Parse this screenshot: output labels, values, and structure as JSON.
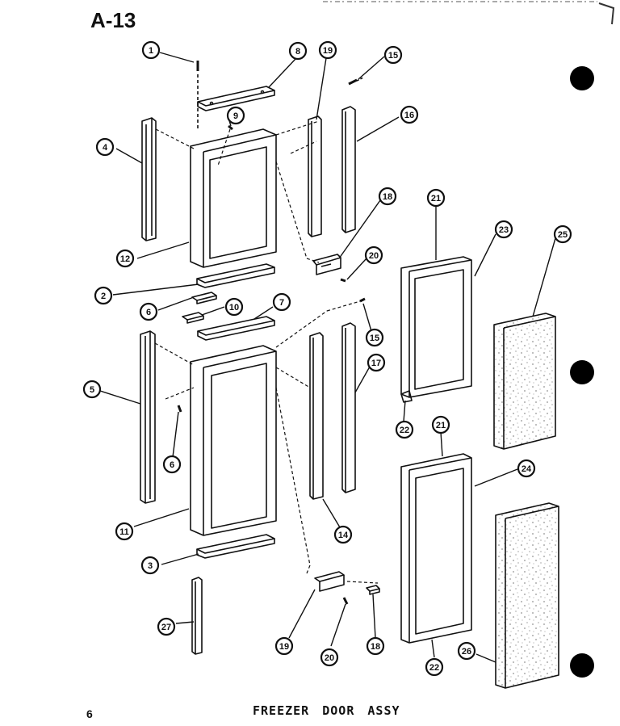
{
  "page": {
    "section_code": "A-13",
    "page_number": "6",
    "caption": "FREEZER DOOR ASSY"
  },
  "callouts": [
    {
      "id": "c1",
      "label": "1"
    },
    {
      "id": "c8a",
      "label": "8"
    },
    {
      "id": "c19a",
      "label": "19"
    },
    {
      "id": "c15a",
      "label": "15"
    },
    {
      "id": "c9",
      "label": "9"
    },
    {
      "id": "c16",
      "label": "16"
    },
    {
      "id": "c4",
      "label": "4"
    },
    {
      "id": "c18a",
      "label": "18"
    },
    {
      "id": "c21a",
      "label": "21"
    },
    {
      "id": "c23",
      "label": "23"
    },
    {
      "id": "c25",
      "label": "25"
    },
    {
      "id": "c12",
      "label": "12"
    },
    {
      "id": "c20a",
      "label": "20"
    },
    {
      "id": "c2",
      "label": "2"
    },
    {
      "id": "c6a",
      "label": "6"
    },
    {
      "id": "c10",
      "label": "10"
    },
    {
      "id": "c7",
      "label": "7"
    },
    {
      "id": "c15b",
      "label": "15"
    },
    {
      "id": "c17",
      "label": "17"
    },
    {
      "id": "c5",
      "label": "5"
    },
    {
      "id": "c22a",
      "label": "22"
    },
    {
      "id": "c6b",
      "label": "6"
    },
    {
      "id": "c21b",
      "label": "21"
    },
    {
      "id": "c24",
      "label": "24"
    },
    {
      "id": "c11",
      "label": "11"
    },
    {
      "id": "c14",
      "label": "14"
    },
    {
      "id": "c3",
      "label": "3"
    },
    {
      "id": "c27",
      "label": "27"
    },
    {
      "id": "c19b",
      "label": "19"
    },
    {
      "id": "c20b",
      "label": "20"
    },
    {
      "id": "c18b",
      "label": "18"
    },
    {
      "id": "c22b",
      "label": "22"
    },
    {
      "id": "c26",
      "label": "26"
    }
  ],
  "colors": {
    "ink": "#111111",
    "paper": "#ffffff",
    "registration_dots": "#000000"
  }
}
